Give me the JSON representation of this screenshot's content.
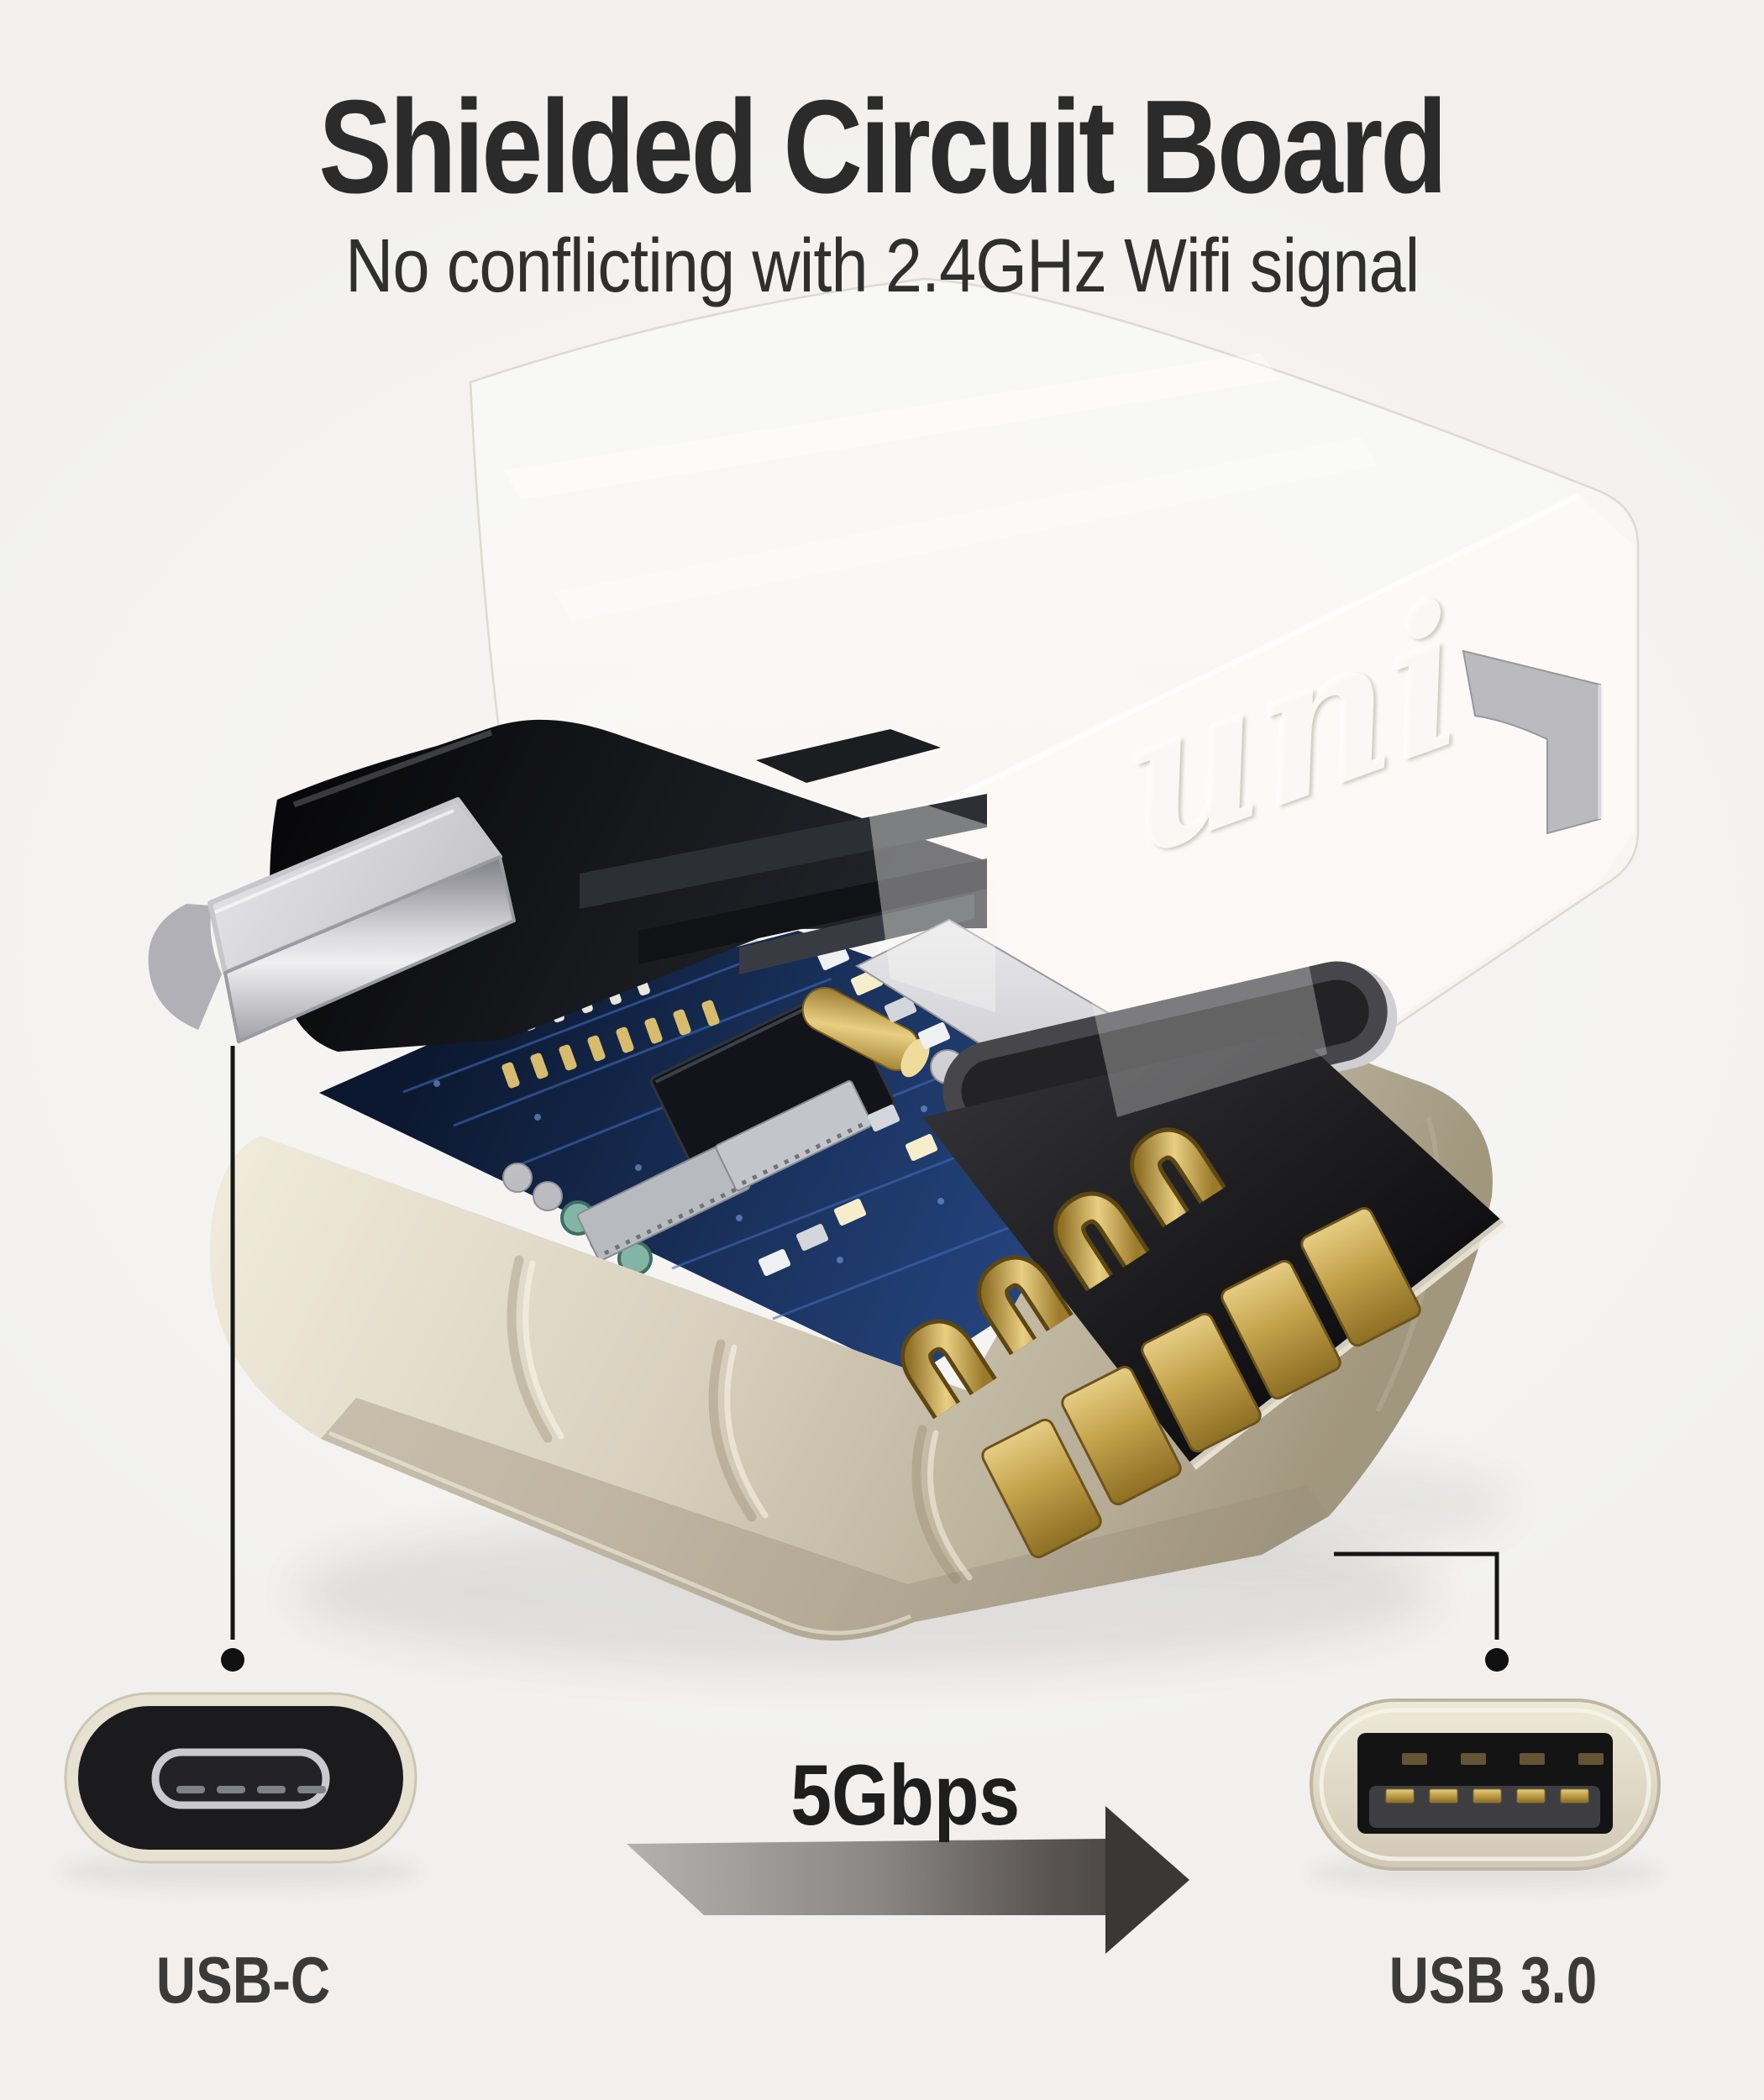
{
  "header": {
    "title": "Shielded Circuit Board",
    "subtitle": "No conflicting with 2.4GHz Wifi signal"
  },
  "annotation": {
    "speed_label": "5Gbps"
  },
  "connectors": {
    "usb_c": {
      "label": "USB-C"
    },
    "usb_a": {
      "label": "USB 3.0"
    }
  },
  "product": {
    "shell_logo_text": "uni",
    "description_parts": [
      "translucent-shell",
      "usb-c-plug",
      "shielded-circuit-board",
      "gold-contacts",
      "cream-housing"
    ]
  },
  "icons": {
    "left_port": "usb-c-port-icon",
    "right_port": "usb-a-port-icon",
    "arrow": "speed-arrow-icon",
    "callouts": [
      "callout-dot-left",
      "callout-dot-right"
    ]
  },
  "colors": {
    "background": "#f5f4f2",
    "title_text": "#2b2b2b",
    "label_text": "#3a3a3a",
    "housing_cream": "#ddd5c3",
    "pcb_blue": "#1d3868",
    "gold": "#cfae55",
    "callout_black": "#161616",
    "silver": "#c9c9cd"
  }
}
